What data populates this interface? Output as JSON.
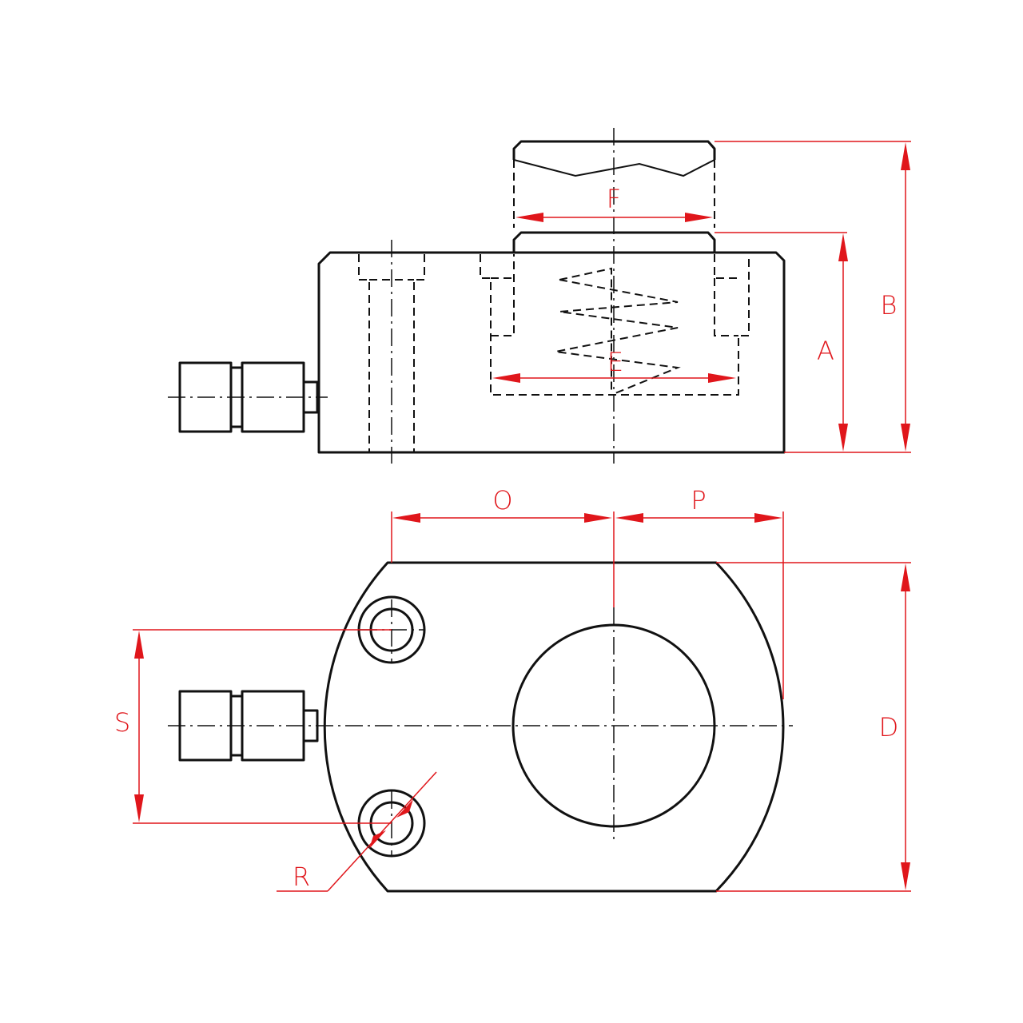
{
  "colors": {
    "outline": "#111111",
    "dimension": "#e0161b",
    "background": "#ffffff"
  },
  "dimensions": {
    "A": "A",
    "B": "B",
    "D": "D",
    "E": "E",
    "F": "F",
    "O": "O",
    "P": "P",
    "R": "R",
    "S": "S"
  }
}
